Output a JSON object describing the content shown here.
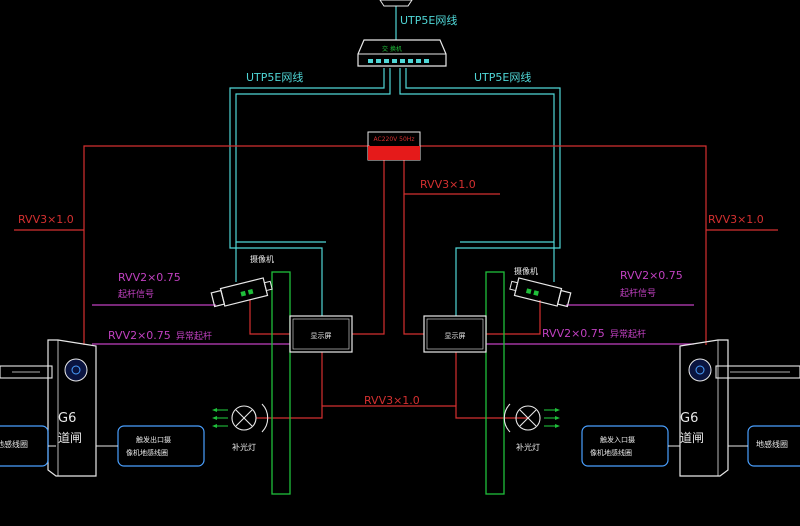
{
  "colors": {
    "background": "#000000",
    "network": "#4fd6d6",
    "power": "#d43030",
    "signal": "#c040c0",
    "frame": "#1fbf3a",
    "white": "#e8e8e8",
    "coil": "#4aa0ff",
    "psu_fill": "#e51a1a"
  },
  "labels": {
    "utp_top": "UTP5E网线",
    "utp_left": "UTP5E网线",
    "utp_right": "UTP5E网线",
    "switch": "交 换机",
    "psu": "AC220V 50Hz",
    "rvv_center": "RVV3×1.0",
    "rvv_left": "RVV3×1.0",
    "rvv_right": "RVV3×1.0",
    "rvv_bottom": "RVV3×1.0",
    "camera_left": "摄像机",
    "camera_right": "摄像机",
    "rvv2_left_top": "RVV2×0.75",
    "rvv2_left_top_sub": "起杆信号",
    "rvv2_right_top": "RVV2×0.75",
    "rvv2_right_top_sub": "起杆信号",
    "rvv2_left_bottom": "RVV2×0.75",
    "rvv2_left_bottom_sub": "异常起杆",
    "rvv2_right_bottom": "RVV2×0.75",
    "rvv2_right_bottom_sub": "异常起杆",
    "display_left": "显示屏",
    "display_right": "显示屏",
    "gate_left_model": "G6",
    "gate_left_name": "道闸",
    "gate_right_model": "G6",
    "gate_right_name": "道闸",
    "light_left": "补光灯",
    "light_right": "补光灯",
    "coil_left_outer": "地感线圈",
    "coil_left_inner_1": "触发出口摄",
    "coil_left_inner_2": "像机地感线圈",
    "coil_right_inner_1": "触发入口摄",
    "coil_right_inner_2": "像机地感线圈",
    "coil_right_outer": "地感线圈"
  }
}
